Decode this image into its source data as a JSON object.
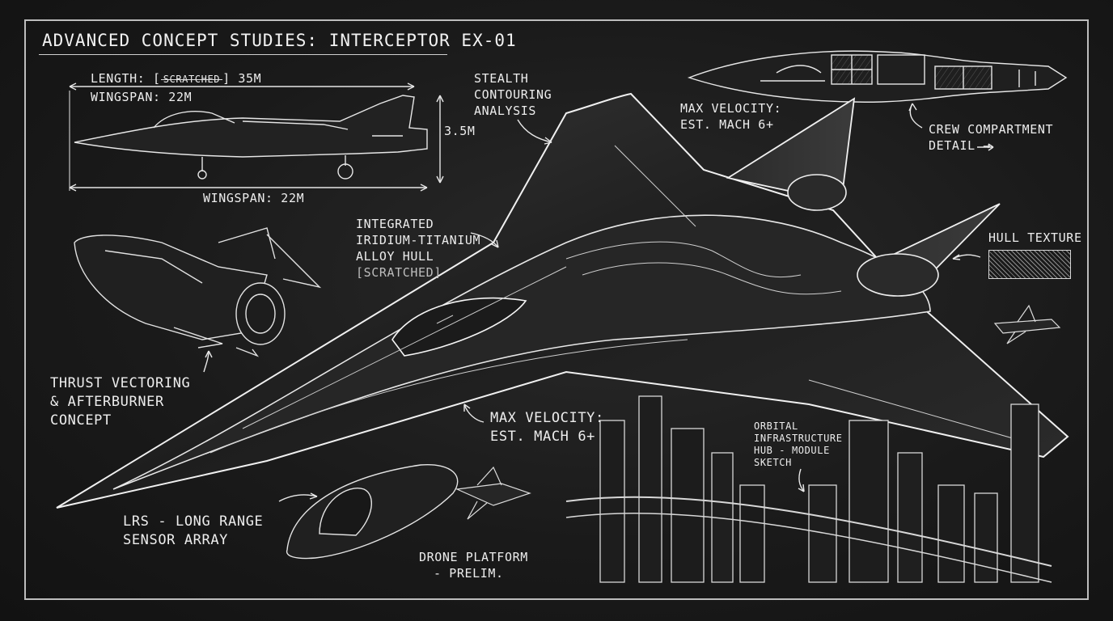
{
  "sheet": {
    "title": "Advanced Concept Studies: Interceptor EX-01"
  },
  "side_view": {
    "length_prefix": "Length: ",
    "length_struck": "Scratched",
    "length_value": "35m",
    "wingspan_top": "Wingspan: 22m",
    "height": "3.5m",
    "wingspan_bottom": "Wingspan: 22m"
  },
  "callouts": {
    "stealth": [
      "Stealth",
      "Contouring",
      "Analysis"
    ],
    "max_velocity_top": [
      "Max Velocity:",
      "Est. Mach 6+"
    ],
    "crew": [
      "Crew Compartment",
      "Detail →"
    ],
    "hull_material": [
      "Integrated",
      "Iridium-Titanium",
      "Alloy Hull"
    ],
    "hull_material_note": "Scratched",
    "hull_texture": "Hull Texture",
    "thrust": [
      "Thrust Vectoring",
      "& Afterburner",
      "Concept"
    ],
    "max_velocity_mid": [
      "Max Velocity:",
      "Est. Mach 6+"
    ],
    "orbital": [
      "Orbital",
      "Infrastructure",
      "Hub - Module",
      "Sketch"
    ],
    "lrs": [
      "LRS - Long Range",
      "Sensor Array"
    ],
    "drone": [
      "Drone Platform",
      "- Prelim."
    ]
  },
  "colors": {
    "background": "#1a1a1a",
    "chalk": "#ececec",
    "frame": "#bdbdbd"
  }
}
